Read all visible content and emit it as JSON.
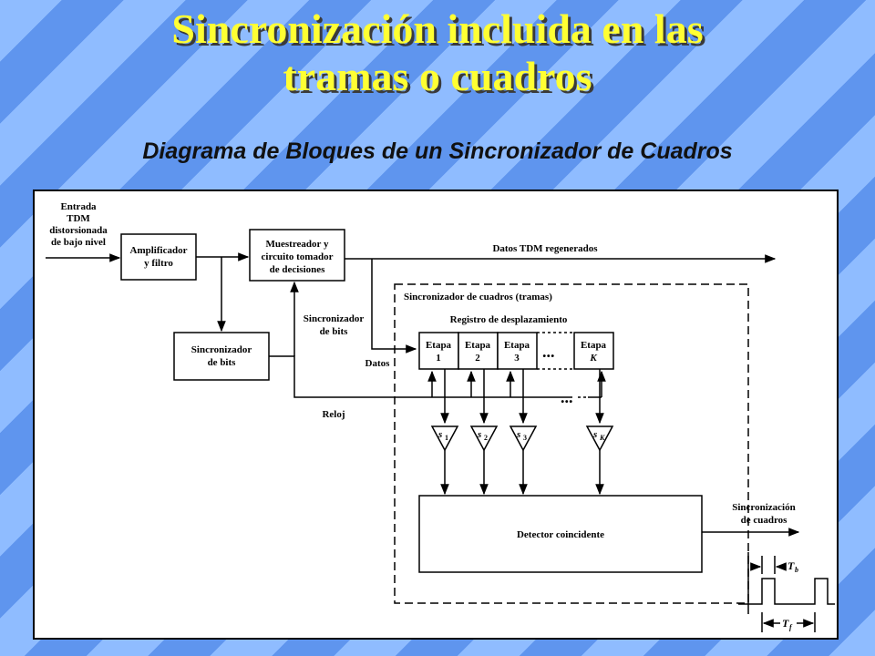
{
  "title": {
    "line1": "Sincronización incluida en las",
    "line2": "tramas o cuadros"
  },
  "subtitle": "Diagrama de Bloques de un Sincronizador de Cuadros",
  "diagram": {
    "input_label": [
      "Entrada",
      "TDM",
      "distorsionada",
      "de bajo nivel"
    ],
    "amplifier": [
      "Amplificador",
      "y filtro"
    ],
    "sampler": [
      "Muestreador y",
      "circuito tomador",
      "de decisiones"
    ],
    "bit_sync_block": [
      "Sincronizador",
      "de bits"
    ],
    "bit_sync_label": [
      "Sincronizador",
      "de bits"
    ],
    "data_out_label": "Datos TDM regenerados",
    "frame_sync_title": "Sincronizador de cuadros (tramas)",
    "shift_register_label": "Registro de desplazamiento",
    "datos_label": "Datos",
    "reloj_label": "Reloj",
    "stages": [
      {
        "name": "Etapa",
        "num": "1"
      },
      {
        "name": "Etapa",
        "num": "2"
      },
      {
        "name": "Etapa",
        "num": "3"
      },
      {
        "name": "Etapa",
        "num": "K"
      }
    ],
    "ellipsis": "...",
    "multipliers": [
      {
        "s": "s",
        "sub": "1"
      },
      {
        "s": "s",
        "sub": "2"
      },
      {
        "s": "s",
        "sub": "3"
      },
      {
        "s": "s",
        "sub": "K"
      }
    ],
    "detector": "Detector coincidente",
    "frame_sync_out": [
      "Sincronización",
      "de cuadros"
    ],
    "tb_label": {
      "t": "T",
      "sub": "b"
    },
    "tf_label": {
      "t": "T",
      "sub": "f"
    }
  }
}
